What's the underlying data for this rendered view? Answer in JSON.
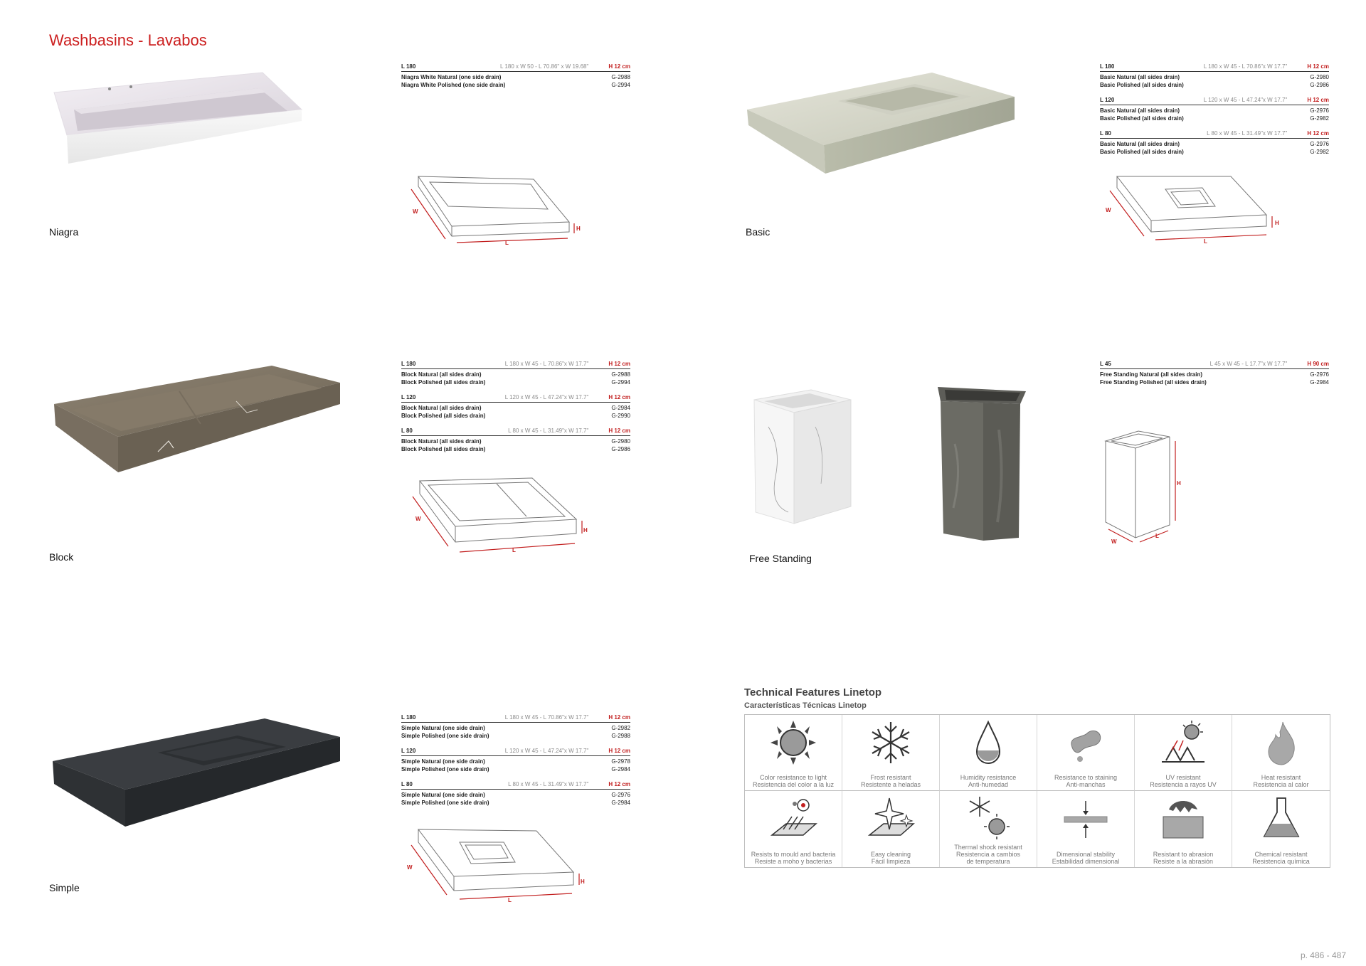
{
  "page": {
    "title": "Washbasins - Lavabos",
    "page_number": "p. 486 - 487"
  },
  "products": {
    "niagra": {
      "name": "Niagra",
      "groups": [
        {
          "length": "L 180",
          "dims": "L 180 x W 50 - L 70.86\" x W 19.68\"",
          "height": "H 12 cm",
          "rows": [
            {
              "name": "Niagra White Natural (one side drain)",
              "code": "G-2988"
            },
            {
              "name": "Niagra White Polished (one side drain)",
              "code": "G-2994"
            }
          ]
        }
      ]
    },
    "basic": {
      "name": "Basic",
      "groups": [
        {
          "length": "L 180",
          "dims": "L 180 x W 45 - L 70.86\"x W 17.7\"",
          "height": "H 12 cm",
          "rows": [
            {
              "name": "Basic Natural (all sides drain)",
              "code": "G-2980"
            },
            {
              "name": "Basic Polished (all sides drain)",
              "code": "G-2986"
            }
          ]
        },
        {
          "length": "L 120",
          "dims": "L 120 x W 45 - L 47.24\"x W 17.7\"",
          "height": "H 12 cm",
          "rows": [
            {
              "name": "Basic Natural (all sides drain)",
              "code": "G-2976"
            },
            {
              "name": "Basic Polished (all sides drain)",
              "code": "G-2982"
            }
          ]
        },
        {
          "length": "L 80",
          "dims": "L 80 x W 45 - L 31.49\"x W 17.7\"",
          "height": "H 12 cm",
          "rows": [
            {
              "name": "Basic Natural (all sides drain)",
              "code": "G-2976"
            },
            {
              "name": "Basic Polished (all sides drain)",
              "code": "G-2982"
            }
          ]
        }
      ]
    },
    "block": {
      "name": "Block",
      "groups": [
        {
          "length": "L 180",
          "dims": "L 180 x W 45 - L 70.86\"x W 17.7\"",
          "height": "H 12 cm",
          "rows": [
            {
              "name": "Block Natural (all sides drain)",
              "code": "G-2988"
            },
            {
              "name": "Block Polished (all sides drain)",
              "code": "G-2994"
            }
          ]
        },
        {
          "length": "L 120",
          "dims": "L 120 x W 45 - L 47.24\"x W 17.7\"",
          "height": "H 12 cm",
          "rows": [
            {
              "name": "Block Natural (all sides drain)",
              "code": "G-2984"
            },
            {
              "name": "Block Polished (all sides drain)",
              "code": "G-2990"
            }
          ]
        },
        {
          "length": "L 80",
          "dims": "L 80 x W 45 - L 31.49\"x W 17.7\"",
          "height": "H 12 cm",
          "rows": [
            {
              "name": "Block Natural (all sides drain)",
              "code": "G-2980"
            },
            {
              "name": "Block Polished (all sides drain)",
              "code": "G-2986"
            }
          ]
        }
      ]
    },
    "free_standing": {
      "name": "Free Standing",
      "groups": [
        {
          "length": "L 45",
          "dims": "L 45 x W 45 - L 17.7\"x W 17.7\"",
          "height": "H 90 cm",
          "rows": [
            {
              "name": "Free Standing Natural (all sides drain)",
              "code": "G-2976"
            },
            {
              "name": "Free Standing Polished (all sides drain)",
              "code": "G-2984"
            }
          ]
        }
      ]
    },
    "simple": {
      "name": "Simple",
      "groups": [
        {
          "length": "L 180",
          "dims": "L 180 x W 45 - L 70.86\"x W 17.7\"",
          "height": "H 12 cm",
          "rows": [
            {
              "name": "Simple Natural (one side drain)",
              "code": "G-2982"
            },
            {
              "name": "Simple Polished (one side drain)",
              "code": "G-2988"
            }
          ]
        },
        {
          "length": "L 120",
          "dims": "L 120 x W 45 - L 47.24\"x W 17.7\"",
          "height": "H 12 cm",
          "rows": [
            {
              "name": "Simple Natural (one side drain)",
              "code": "G-2978"
            },
            {
              "name": "Simple Polished (one side drain)",
              "code": "G-2984"
            }
          ]
        },
        {
          "length": "L 80",
          "dims": "L 80 x W 45 - L 31.49\"x W 17.7\"",
          "height": "H 12 cm",
          "rows": [
            {
              "name": "Simple Natural (one side drain)",
              "code": "G-2976"
            },
            {
              "name": "Simple Polished (one side drain)",
              "code": "G-2984"
            }
          ]
        }
      ]
    }
  },
  "drawing_labels": {
    "w": "W",
    "l": "L",
    "h": "H"
  },
  "tech": {
    "title": "Technical Features Linetop",
    "subtitle": "Características Técnicas Linetop",
    "features": [
      {
        "icon": "sun-icon",
        "l1": "Color resistance to light",
        "l2": "Resistencia del color a la luz",
        "l3": ""
      },
      {
        "icon": "snowflake-icon",
        "l1": "Frost resistant",
        "l2": "Resistente a heladas",
        "l3": ""
      },
      {
        "icon": "water-drop-icon",
        "l1": "Humidity resistance",
        "l2": "Anti-humedad",
        "l3": ""
      },
      {
        "icon": "stain-icon",
        "l1": "Resistance to staining",
        "l2": "Anti-manchas",
        "l3": ""
      },
      {
        "icon": "uv-sun-icon",
        "l1": "UV resistant",
        "l2": "Resistencia a rayos UV",
        "l3": ""
      },
      {
        "icon": "flame-icon",
        "l1": "Heat resistant",
        "l2": "Resistencia al calor",
        "l3": ""
      },
      {
        "icon": "bacteria-icon",
        "l1": "Resists to mould and bacteria",
        "l2": "Resiste a moho y bacterias",
        "l3": ""
      },
      {
        "icon": "sparkle-icon",
        "l1": "Easy cleaning",
        "l2": "Fácil limpieza",
        "l3": ""
      },
      {
        "icon": "thermal-shock-icon",
        "l1": "Thermal shock resistant",
        "l2": "Resistencia a cambios",
        "l3": "de temperatura"
      },
      {
        "icon": "dimension-icon",
        "l1": "Dimensional stability",
        "l2": "Estabilidad dimensional",
        "l3": ""
      },
      {
        "icon": "abrasion-icon",
        "l1": "Resistant to abrasion",
        "l2": "Resiste a la abrasión",
        "l3": ""
      },
      {
        "icon": "flask-icon",
        "l1": "Chemical resistant",
        "l2": "Resistencia química",
        "l3": ""
      }
    ]
  },
  "colors": {
    "title_red": "#cc1f1f",
    "height_red": "#c21e1e"
  }
}
